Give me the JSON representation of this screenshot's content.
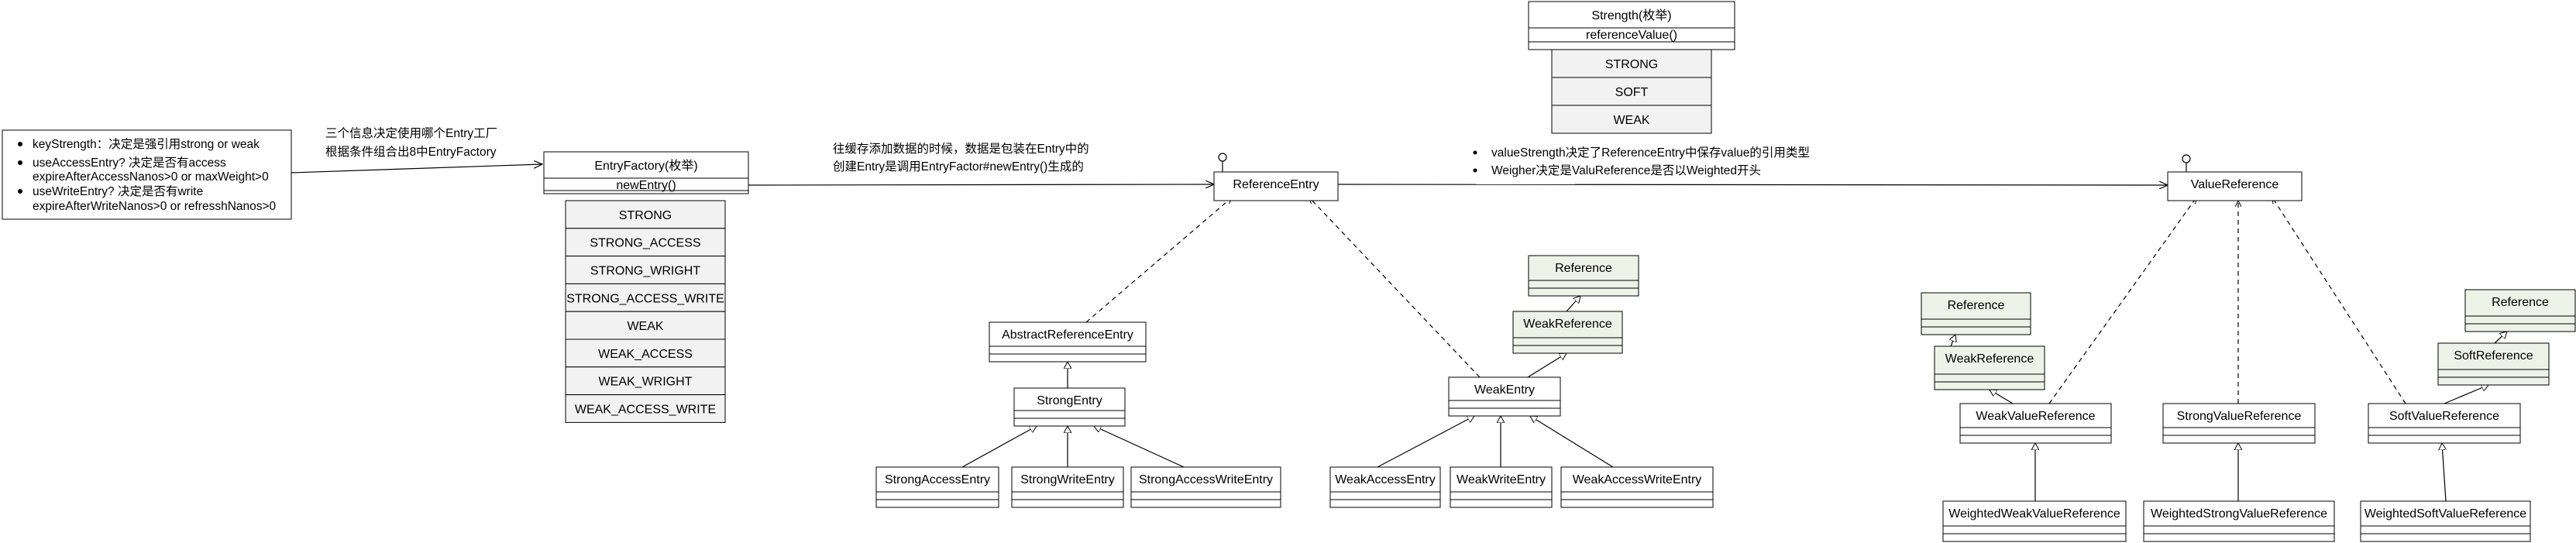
{
  "info_box": {
    "items": [
      "keyStrength：决定是强引用strong or weak",
      "useAccessEntry? 决定是否有access",
      "expireAfterAccessNanos>0 or maxWeight>0",
      "useWriteEntry? 决定是否有write",
      "expireAfterWriteNanos>0 or refresshNanos>0"
    ]
  },
  "notes": {
    "factory_line1": "三个信息决定使用哪个Entry工厂",
    "factory_line2": "根据条件组合出8中EntryFactory",
    "entry_line1": "往缓存添加数据的时候，数据是包装在Entry中的",
    "entry_line2": "创建Entry是调用EntryFactor#newEntry()生成的",
    "value_line1": "valueStrength决定了ReferenceEntry中保存value的引用类型",
    "value_line2": "Weigher决定是ValuReference是否以Weighted开头"
  },
  "entry_factory": {
    "title": "EntryFactory(枚举)",
    "method": "newEntry()",
    "values": [
      "STRONG",
      "STRONG_ACCESS",
      "STRONG_WRIGHT",
      "STRONG_ACCESS_WRITE",
      "WEAK",
      "WEAK_ACCESS",
      "WEAK_WRIGHT",
      "WEAK_ACCESS_WRITE"
    ]
  },
  "strength": {
    "title": "Strength(枚举)",
    "method": "referenceValue()",
    "values": [
      "STRONG",
      "SOFT",
      "WEAK"
    ]
  },
  "classes": {
    "reference_entry": "ReferenceEntry",
    "abstract_reference_entry": "AbstractReferenceEntry",
    "strong_entry": "StrongEntry",
    "strong_access_entry": "StrongAccessEntry",
    "strong_write_entry": "StrongWriteEntry",
    "strong_access_write_entry": "StrongAccessWriteEntry",
    "weak_entry": "WeakEntry",
    "weak_access_entry": "WeakAccessEntry",
    "weak_write_entry": "WeakWriteEntry",
    "weak_access_write_entry": "WeakAccessWriteEntry",
    "value_reference": "ValueReference",
    "weak_value_reference": "WeakValueReference",
    "strong_value_reference": "StrongValueReference",
    "soft_value_reference": "SoftValueReference",
    "weighted_weak_value_reference": "WeightedWeakValueReference",
    "weighted_strong_value_reference": "WeightedStrongValueReference",
    "weighted_soft_value_reference": "WeightedSoftValueReference"
  },
  "java_refs": {
    "reference": "Reference",
    "weak_reference": "WeakReference",
    "soft_reference": "SoftReference"
  },
  "colors": {
    "line": "#000000",
    "enum_fill": "#f2f2f2",
    "java_ref_fill": "#eef3e8",
    "box_fill": "#ffffff"
  }
}
